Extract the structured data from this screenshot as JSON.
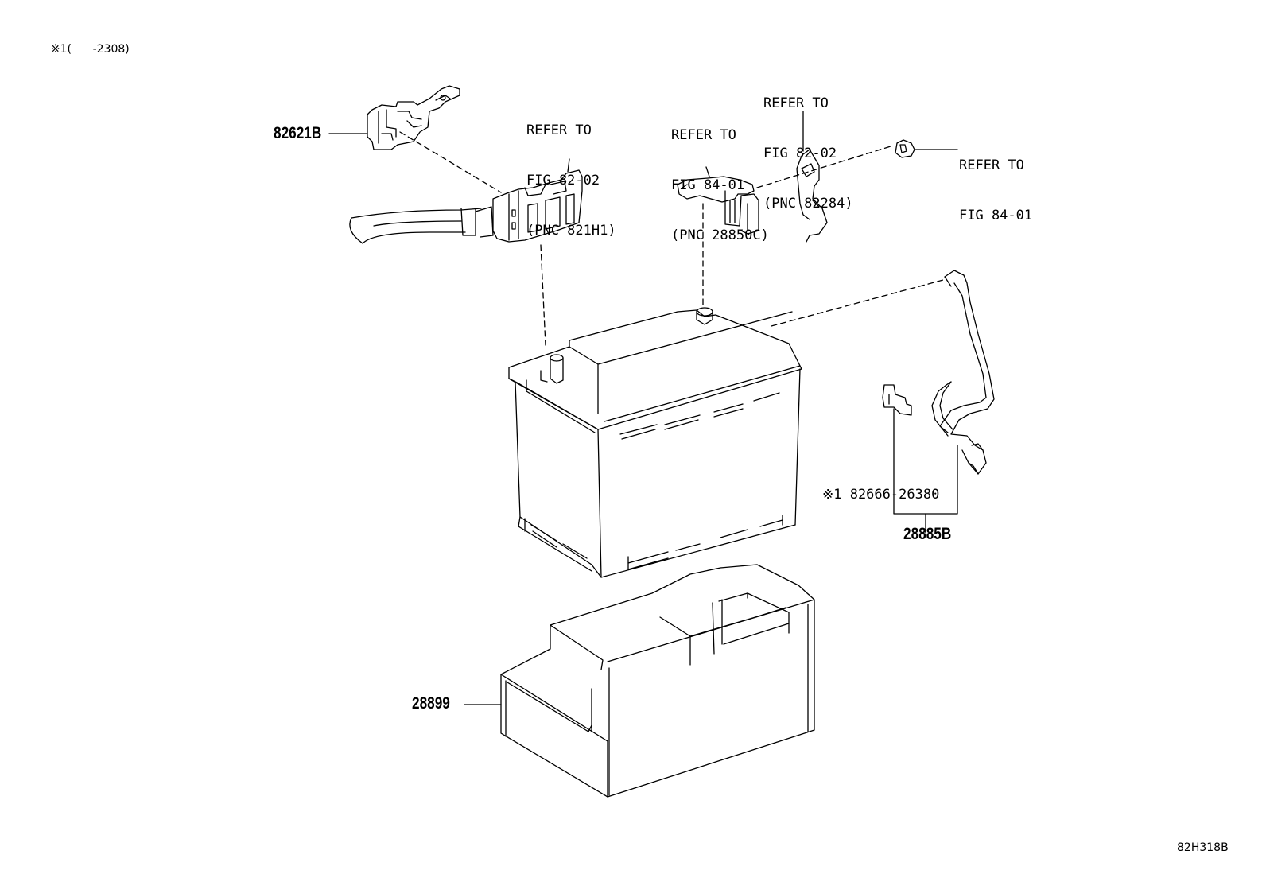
{
  "header_note": {
    "prefix": "※1",
    "range": "(      -2308)"
  },
  "figure_code": "82H318B",
  "refs": {
    "ref_821h1": [
      "REFER TO",
      "FIG 82-02",
      "(PNC 821H1)"
    ],
    "ref_28850c": [
      "REFER TO",
      "FIG 84-01",
      "(PNC 28850C)"
    ],
    "ref_82284": [
      "REFER TO",
      "FIG 82-02",
      "(PNC 82284)"
    ],
    "ref_nut": [
      "REFER TO",
      "FIG 84-01"
    ]
  },
  "parts": {
    "p82621b": "82621B",
    "p28899": "28899",
    "p28885b": "28885B",
    "p82666": "※1 82666-26380"
  }
}
